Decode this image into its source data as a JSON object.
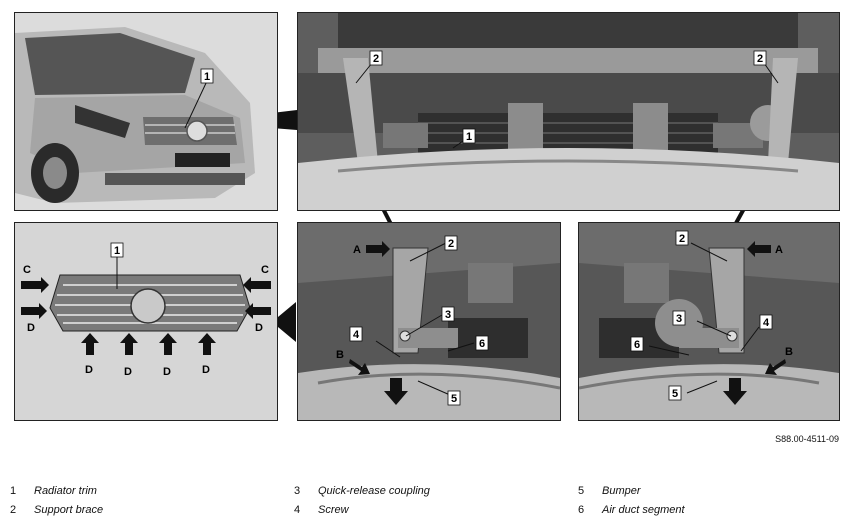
{
  "reference_code": "S88.00-4511-09",
  "callouts": {
    "van": [
      "1"
    ],
    "engine_bay": [
      "1",
      "2",
      "2"
    ],
    "grille_detail": [
      "1",
      "C",
      "C",
      "D",
      "D",
      "D",
      "D",
      "D",
      "D"
    ],
    "left_detail": [
      "A",
      "2",
      "3",
      "4",
      "B",
      "6",
      "5"
    ],
    "right_detail": [
      "2",
      "A",
      "3",
      "4",
      "B",
      "6",
      "5"
    ]
  },
  "legend": [
    {
      "num": "1",
      "label": "Radiator trim"
    },
    {
      "num": "2",
      "label": "Support brace"
    },
    {
      "num": "3",
      "label": "Quick-release coupling"
    },
    {
      "num": "4",
      "label": "Screw"
    },
    {
      "num": "5",
      "label": "Bumper"
    },
    {
      "num": "6",
      "label": "Air duct segment"
    }
  ]
}
